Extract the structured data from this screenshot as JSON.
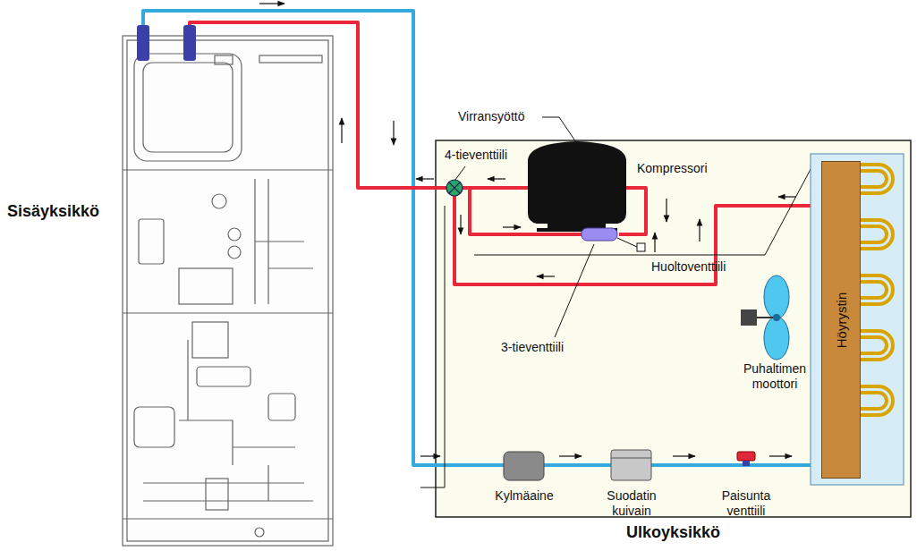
{
  "diagram": {
    "nodes": [
      {
        "text": [
          "Ulkoyksikkö"
        ]
      },
      {
        "text": [
          "Höyrystin"
        ],
        "in": 0
      }
    ],
    "labels": [
      "Sisäyksikkö",
      "Virransyöttö",
      "4-tieventtiili",
      "Kompressori",
      "Huoltoventtiili",
      "3-tieventtiili",
      "Puhaltimen moottori",
      "Kylmäaine",
      "Suodatin kuivain",
      "Paisunta venttiili"
    ]
  }
}
